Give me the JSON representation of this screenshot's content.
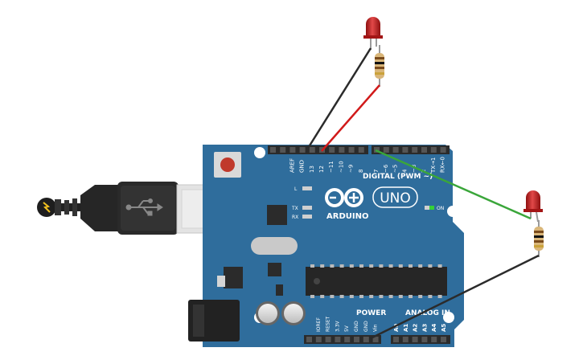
{
  "board": {
    "digital_header_label": "DIGITAL (PWM ~)",
    "digital_pin_labels": [
      "AREF",
      "GND",
      "13",
      "12",
      "~11",
      "~10",
      "~9",
      "8",
      "7",
      "~6",
      "~5",
      "4",
      "~3",
      "2",
      "TX→1",
      "RX←0"
    ],
    "led_labels": {
      "l": "L",
      "tx": "TX",
      "rx": "RX",
      "on": "ON"
    },
    "brand_text": "ARDUINO",
    "model_text": "UNO",
    "power_header_label": "POWER",
    "power_pin_labels": [
      "IOREF",
      "RESET",
      "3.3V",
      "5V",
      "GND",
      "GND",
      "Vin"
    ],
    "analog_header_label": "ANALOG IN",
    "analog_pin_labels": [
      "A0",
      "A1",
      "A2",
      "A3",
      "A4",
      "A5"
    ]
  },
  "colors": {
    "board": "#2f6d9c",
    "header": "#2b2b2b",
    "wire_black": "#2b2b2b",
    "wire_red": "#d11a1a",
    "wire_green": "#3aa63a",
    "led_red": "#c81e1e",
    "usb_plug": "#e3e3e3",
    "cable": "#222222"
  },
  "icons": [
    "usb-icon",
    "lightning-icon",
    "infinity-logo-icon"
  ]
}
